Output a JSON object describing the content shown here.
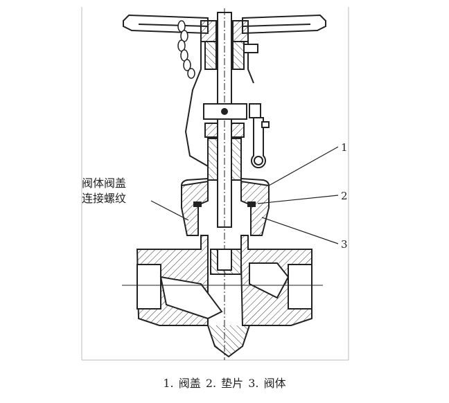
{
  "callouts": {
    "num1": "1",
    "num2": "2",
    "num3": "3",
    "thread_label_line1": "阀体阀盖",
    "thread_label_line2": "连接螺纹"
  },
  "caption": "1. 阀盖   2. 垫片   3. 阀体"
}
